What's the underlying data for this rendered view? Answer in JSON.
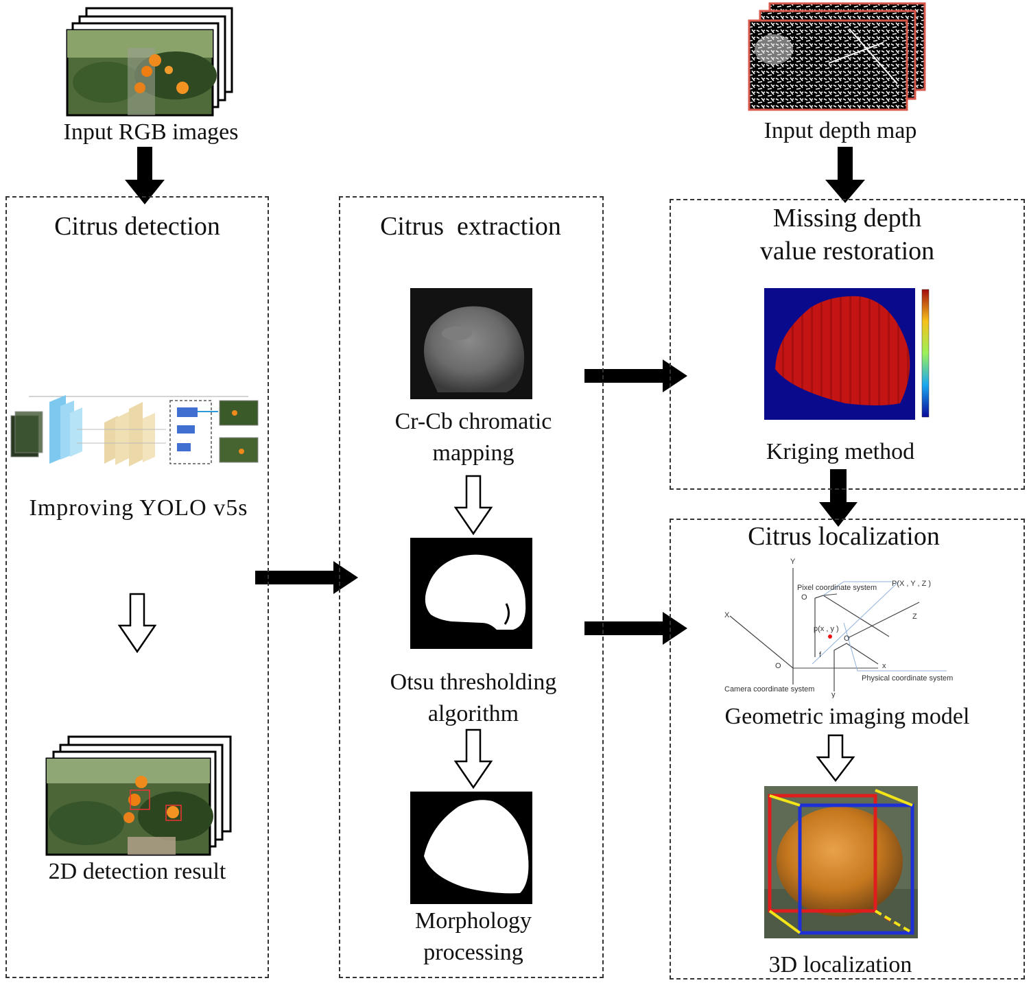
{
  "inputs": {
    "rgb_label": "Input RGB images",
    "depth_label": "Input depth map"
  },
  "detection": {
    "title": "Citrus detection",
    "model_label": "Improving YOLO v5s",
    "result_label": "2D detection result"
  },
  "extraction": {
    "title": "Citrus  extraction",
    "step1_line1": "Cr-Cb chromatic",
    "step1_line2": "mapping",
    "step2_line1": "Otsu thresholding",
    "step2_line2": "algorithm",
    "step3_line1": "Morphology",
    "step3_line2": "processing"
  },
  "restoration": {
    "title_line1": "Missing depth",
    "title_line2": "value restoration",
    "method_label": "Kriging method"
  },
  "localization": {
    "title": "Citrus localization",
    "model_label": "Geometric imaging model",
    "result_label": "3D localization",
    "geom": {
      "zc": "Z",
      "xc": "X",
      "yc": "Y",
      "oc": "O",
      "f": "f",
      "y": "y",
      "x": "x",
      "pixel_cs": "Pixel coordinate system",
      "physical_cs": "Physical coordinate system",
      "camera_cs": "Camera coordinate system",
      "P": "P(X",
      "p": "p(x",
      "o1": "O",
      "o0": "O"
    }
  },
  "colors": {
    "arrow_solid": "#000000",
    "dash_border": "#333333",
    "depth_frame": "#d9574a",
    "kriging_bg": "#0a0a8c",
    "kriging_blob": "#c41414",
    "box_red": "#e01d1d",
    "box_blue": "#1f2fd6",
    "box_yellow": "#f2e418"
  }
}
